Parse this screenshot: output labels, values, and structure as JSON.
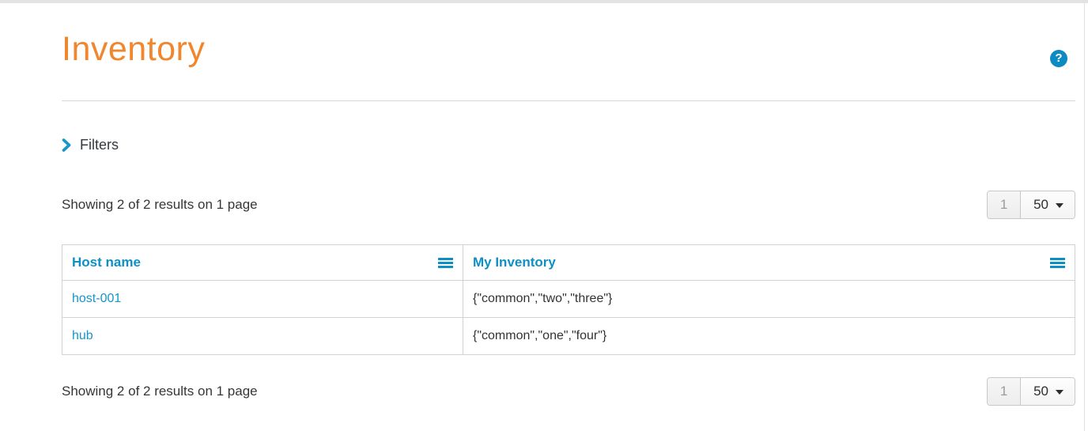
{
  "header": {
    "title": "Inventory",
    "help_glyph": "?"
  },
  "filters": {
    "label": "Filters"
  },
  "results": {
    "summary_top": "Showing 2 of 2 results on 1 page",
    "summary_bottom": "Showing 2 of 2 results on 1 page"
  },
  "pagination": {
    "current_page": "1",
    "per_page": "50"
  },
  "table": {
    "columns": [
      {
        "label": "Host name"
      },
      {
        "label": "My Inventory"
      }
    ],
    "rows": [
      {
        "host_name": "host-001",
        "my_inventory": "{\"common\",\"two\",\"three\"}"
      },
      {
        "host_name": "hub",
        "my_inventory": "{\"common\",\"one\",\"four\"}"
      }
    ]
  },
  "icons": {
    "help": "question-mark-in-circle",
    "filters_toggle": "chevron-right",
    "column_menu": "hamburger-bars",
    "per_page": "caret-down"
  },
  "colors": {
    "title_orange": "#f0862e",
    "link_blue": "#1496c9",
    "header_blue": "#0e90c5",
    "help_blue": "#0d8ac2",
    "border_gray": "#d0d3d6"
  }
}
